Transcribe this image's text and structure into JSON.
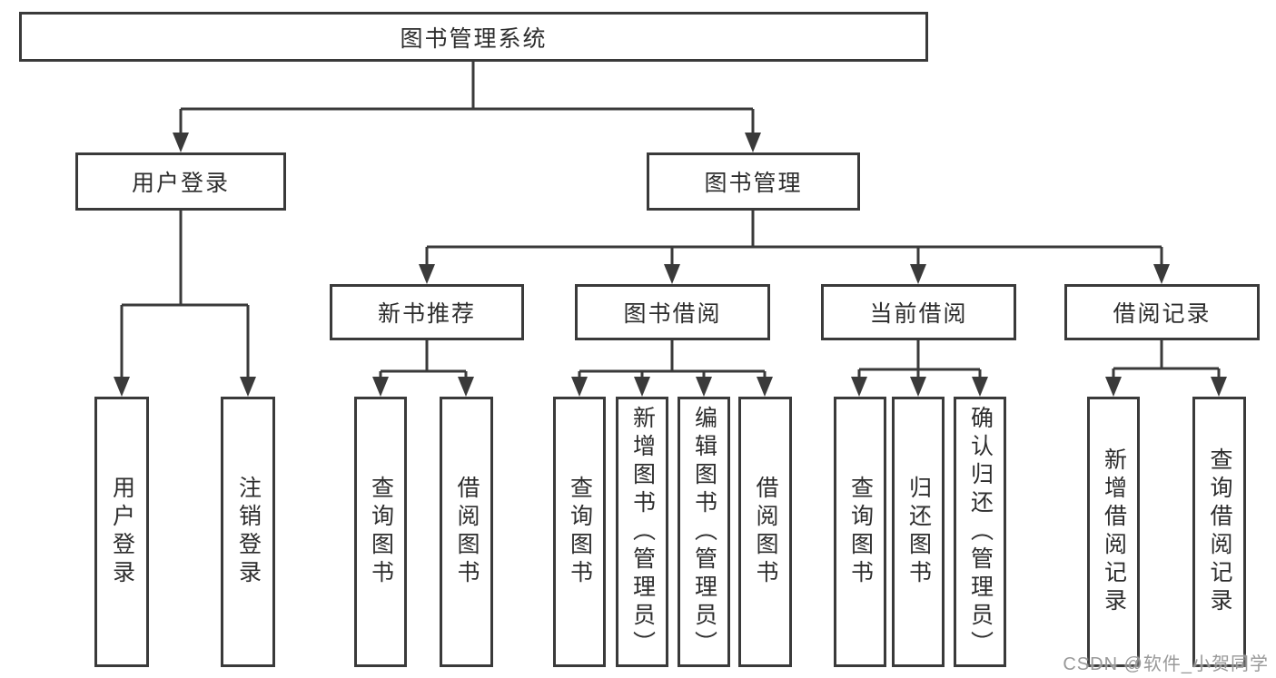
{
  "diagram": {
    "type": "hierarchy-tree",
    "root": {
      "label": "图书管理系统"
    },
    "level2": [
      {
        "label": "用户登录"
      },
      {
        "label": "图书管理"
      }
    ],
    "level3": [
      {
        "label": "新书推荐"
      },
      {
        "label": "图书借阅"
      },
      {
        "label": "当前借阅"
      },
      {
        "label": "借阅记录"
      }
    ],
    "level4": {
      "user_login": [
        {
          "label": "用户登录"
        },
        {
          "label": "注销登录"
        }
      ],
      "new_book": [
        {
          "label": "查询图书"
        },
        {
          "label": "借阅图书"
        }
      ],
      "borrow": [
        {
          "label": "查询图书"
        },
        {
          "label": "新增图书（管理员）"
        },
        {
          "label": "编辑图书（管理员）"
        },
        {
          "label": "借阅图书"
        }
      ],
      "current": [
        {
          "label": "查询图书"
        },
        {
          "label": "归还图书"
        },
        {
          "label": "确认归还（管理员）"
        }
      ],
      "records": [
        {
          "label": "新增借阅记录"
        },
        {
          "label": "查询借阅记录"
        }
      ]
    }
  },
  "watermark": {
    "text": "CSDN @软件_小贺同学"
  },
  "colors": {
    "line": "#3a3a3a",
    "box_border": "#3a3a3a",
    "text": "#2d2d2d",
    "background": "#ffffff",
    "watermark": "#949494"
  }
}
